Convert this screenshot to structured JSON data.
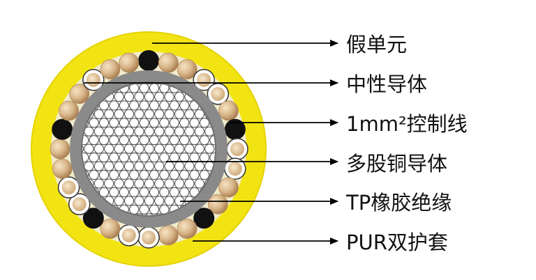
{
  "labels": [
    {
      "id": "dummy",
      "text": "假单元"
    },
    {
      "id": "neutral",
      "text": "中性导体"
    },
    {
      "id": "control",
      "text": "1mm²控制线"
    },
    {
      "id": "copper",
      "text": "多股铜导体"
    },
    {
      "id": "tp",
      "text": "TP橡胶绝缘"
    },
    {
      "id": "pur",
      "text": "PUR双护套"
    }
  ],
  "colors": {
    "jacket": "#f2e413",
    "jacket_edge": "#e5d200",
    "filler": "#f1eccd",
    "insulation": "#8a8a8a",
    "conductor_fill": "#ffffff",
    "conductor_strand": "#444444",
    "strand_light": "#f0d9b2",
    "strand_dark": "#b48c5e",
    "dummy_black": "#111111",
    "leader": "#000000"
  }
}
